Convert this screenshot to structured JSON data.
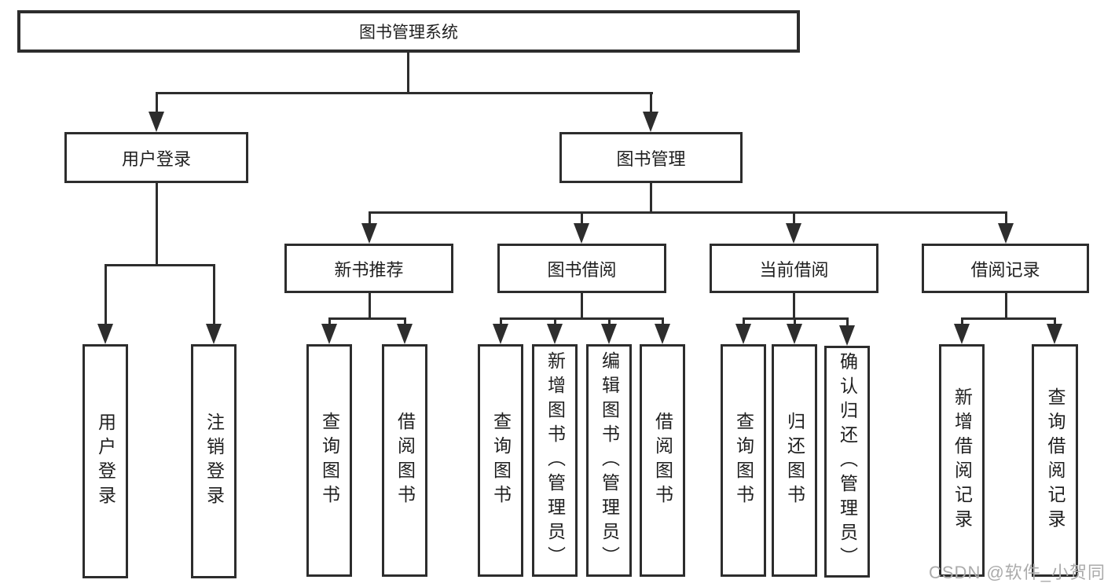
{
  "diagram": {
    "root": {
      "label": "图书管理系统"
    },
    "branches": [
      {
        "label": "用户登录",
        "children": [
          {
            "label": "用户登录"
          },
          {
            "label": "注销登录"
          }
        ]
      },
      {
        "label": "图书管理",
        "children": [
          {
            "label": "新书推荐",
            "children": [
              {
                "label": "查询图书"
              },
              {
                "label": "借阅图书"
              }
            ]
          },
          {
            "label": "图书借阅",
            "children": [
              {
                "label": "查询图书"
              },
              {
                "label": "新增图书（管理员）"
              },
              {
                "label": "编辑图书（管理员）"
              },
              {
                "label": "借阅图书"
              }
            ]
          },
          {
            "label": "当前借阅",
            "children": [
              {
                "label": "查询图书"
              },
              {
                "label": "归还图书"
              },
              {
                "label": "确认归还（管理员）"
              }
            ]
          },
          {
            "label": "借阅记录",
            "children": [
              {
                "label": "新增借阅记录"
              },
              {
                "label": "查询借阅记录"
              }
            ]
          }
        ]
      }
    ]
  },
  "watermark": {
    "text": "CSDN @软件_小贺同学"
  },
  "colors": {
    "line": "#2d2d2d",
    "text": "#1f1f1f",
    "watermark": "#ababab",
    "background": "#ffffff"
  }
}
